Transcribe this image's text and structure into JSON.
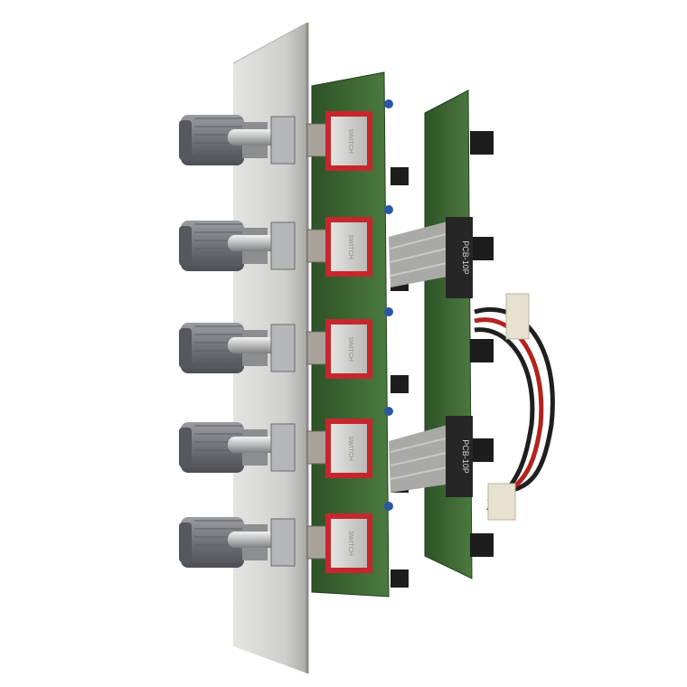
{
  "scene": {
    "subject_name": "",
    "background_color": "#ffffff",
    "panel_color": "#cfd0cc",
    "pcb_color": "#3f6b35",
    "switch_color": "#c8262d",
    "knob_color": "#7a7d82",
    "ribbon_color": "#a9a9a6"
  },
  "channels": [
    {
      "switch_marking": "SWITCH"
    },
    {
      "switch_marking": "SWITCH"
    },
    {
      "switch_marking": "SWITCH"
    },
    {
      "switch_marking": "SWITCH"
    },
    {
      "switch_marking": "SWITCH"
    }
  ],
  "ribbon_connectors": [
    {
      "label": "PCB-10P"
    },
    {
      "label": "PCB-10P"
    }
  ]
}
